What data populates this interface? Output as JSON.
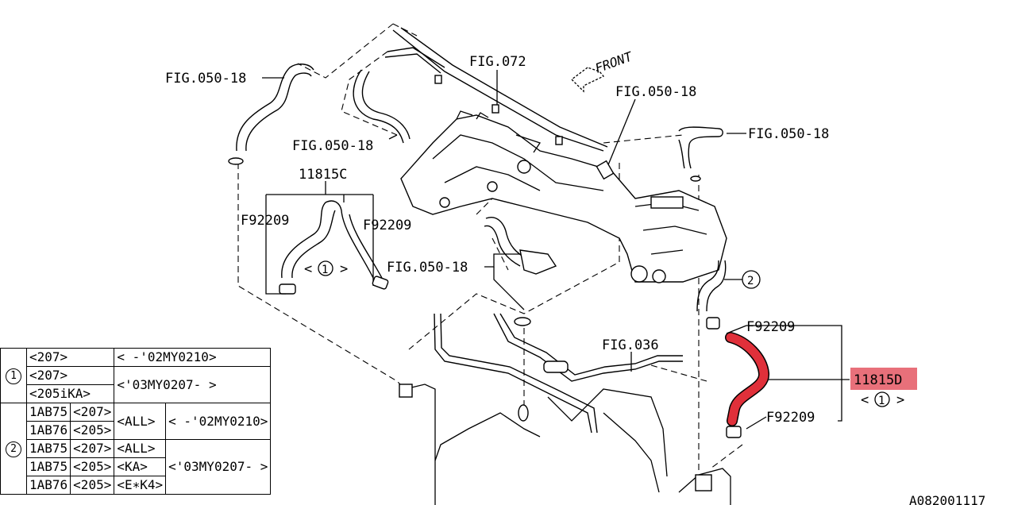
{
  "labels": {
    "fig_050_18": "FIG.050-18",
    "fig_072": "FIG.072",
    "fig_036": "FIG.036",
    "front": "FRONT",
    "part_11815c": "11815C",
    "part_11815d": "11815D",
    "clamp_f92209": "F92209",
    "ref_1": "1",
    "ref_2": "2",
    "doc_number": "A082001117"
  },
  "table": {
    "group1": {
      "mark": "1",
      "rows": [
        {
          "model": "<207>",
          "date": "<     -'02MY0210>"
        },
        {
          "model": "<207>",
          "date": "<'03MY0207-      >"
        },
        {
          "model": "<205iKA>",
          "date": ""
        }
      ]
    },
    "group2": {
      "mark": "2",
      "rows": [
        {
          "part": "1AB75",
          "model": "<207>",
          "variant": "<ALL>",
          "date": "<     -'02MY0210>"
        },
        {
          "part": "1AB76",
          "model": "<205>",
          "variant": "",
          "date": ""
        },
        {
          "part": "1AB75",
          "model": "<207>",
          "variant": "<ALL>",
          "date": "<'03MY0207-      >"
        },
        {
          "part": "1AB75",
          "model": "<205>",
          "variant": "<KA>",
          "date": ""
        },
        {
          "part": "1AB76",
          "model": "<205>",
          "variant": "<E∗K4>",
          "date": ""
        }
      ]
    }
  },
  "colors": {
    "highlight_hose": "#e0303a",
    "highlight_label_bg": "#e8707a"
  }
}
